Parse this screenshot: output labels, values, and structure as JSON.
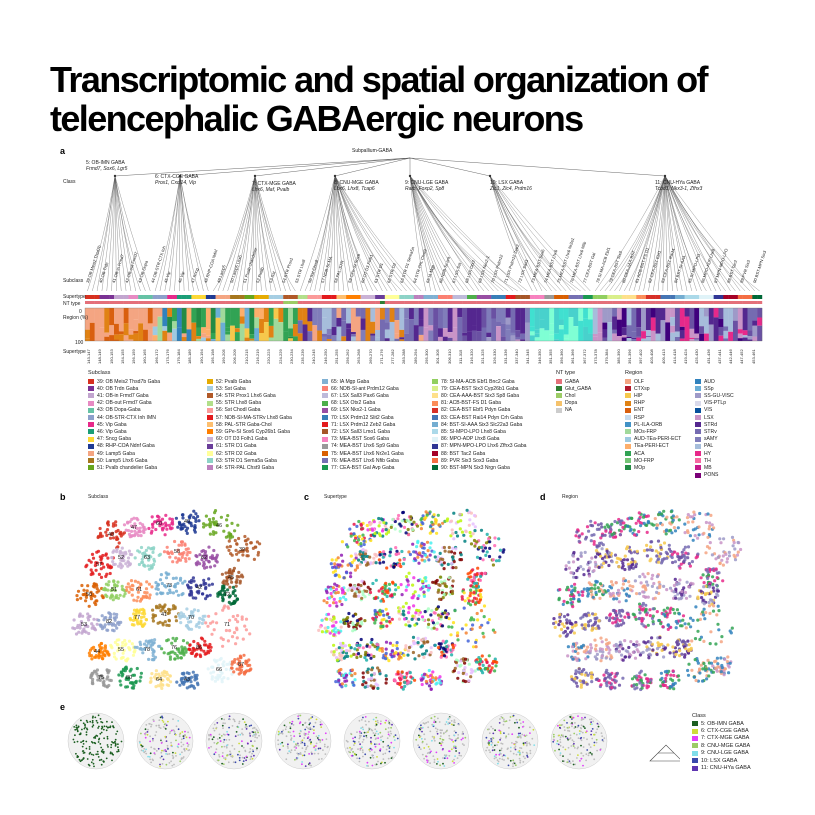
{
  "title": "Transcriptomic and spatial organization of telencephalic GABAergic neurons",
  "panels": {
    "a": "a",
    "b": "b",
    "c": "c",
    "d": "d",
    "e": "e"
  },
  "panel_a": {
    "root": "Subpallium-GABA",
    "row_labels": {
      "class": "Class",
      "subclass": "Subclass",
      "supertype": "Supertype",
      "nt_type": "NT type",
      "region": "Region (%)",
      "supertype_bottom": "Supertype",
      "pct_0": "0",
      "pct_100": "100"
    },
    "classes": [
      {
        "name": "5: OB-IMN GABA",
        "genes": "Frmd7, Sox6, Lgr5"
      },
      {
        "name": "6: CTX-CGE GABA",
        "genes": "Prox1, Cxcl14, Vip"
      },
      {
        "name": "7: CTX-MGE GABA",
        "genes": "Lhx6, Maf, Pvalb"
      },
      {
        "name": "8: CNU-MGE GABA",
        "genes": "Lhx6, Lhx8, Tcap6"
      },
      {
        "name": "9: CNU-LGE GABA",
        "genes": "Rarb, Foxp2, Sp8"
      },
      {
        "name": "10: LSX GABA",
        "genes": "Zic1, Zic4, Prdm16"
      },
      {
        "name": "11: CNU-HYa GABA",
        "genes": "Tcbd3, Nkx3-1, Zfhx3"
      }
    ],
    "supertype_ranges": [
      "143-147",
      "148-149",
      "150-153",
      "154-155",
      "156-159",
      "160-165",
      "166-172",
      "173-176",
      "179-184",
      "185-189",
      "190-194",
      "195-198",
      "199-205",
      "206-209",
      "210-215",
      "216-219",
      "220-223",
      "224-229",
      "230-234",
      "235-239",
      "240-245",
      "246-250",
      "251-255",
      "256-262",
      "263-268",
      "269-270",
      "271-276",
      "277-282",
      "283-288",
      "289-294",
      "295-300",
      "301-305",
      "306-310",
      "311-315",
      "316-320",
      "321-325",
      "326-330",
      "331-336",
      "337-340",
      "341-345",
      "346-350",
      "351-355",
      "356-360",
      "361-366",
      "367-372",
      "373-378",
      "379-384",
      "385-390",
      "391-396",
      "397-402",
      "403-408",
      "409-413",
      "414-418",
      "419-424",
      "425-430",
      "431-436",
      "437-441",
      "442-446",
      "447-452",
      "453-461"
    ],
    "subclass_axis_labels": [
      "39 OB Meis2 Thsd7b",
      "40 OB Trdn",
      "41 OB-in Frmd7",
      "42 OB-out Frmd7",
      "43 OB Dopa",
      "44 OB-STR-CTX Inh",
      "45 Vip",
      "46 Vip",
      "47 Sncg",
      "48 RHP-COA Ndnf",
      "49 Lamp5",
      "50 Lamp5 Lhx6",
      "51 Pvalb chandelier",
      "52 Pvalb",
      "53 Sst",
      "54 STR Prox1",
      "55 STR Lhx8",
      "56 Sst Chodl",
      "57 NDB-SI-MA",
      "58 PAL-STR",
      "59 GPe-SI Sox6",
      "60 OT D3 Folh1",
      "61 STR D1",
      "62 STR D2",
      "63 STR D1 Sema5a",
      "64 STR-PAL Chst9",
      "65 IA Mgp",
      "66 NDB-SI-ant",
      "67 LSX Sst",
      "68 LSX Otx2",
      "69 LSX Nkx2-1",
      "70 LSX Prdm12",
      "71 LSX Prdm12 Zeb2",
      "72 LSX Sall3",
      "73 MEA-BST Sox6",
      "74 MEA-BST Lhx6",
      "75 MEA-BST Lhx6 Nr2e1",
      "76 MEA-BST Lhx6 Nfib",
      "77 CEA-BST Gal",
      "78 SI-MA-ACB Ebf1",
      "79 CEA-BST Six3",
      "80 CEA-AAA-BST",
      "81 ACB-BST-FS D1",
      "82 CEA-BST Ebf1",
      "83 CEA-BST Rai14",
      "84 BST-SI-AAA",
      "85 SI-MPO-LPO",
      "86 MPO-ADP Lhx8",
      "87 MPN-MPO-LPO",
      "88 BST Tac2",
      "89 PVR Six3",
      "90 BST-MPN Six3"
    ]
  },
  "legend_subclass": {
    "title": "Subclass",
    "items": [
      {
        "label": "39: OB Meis2 Thsd7b Gaba",
        "color": "#d7301f"
      },
      {
        "label": "40: OB Trdn Gaba",
        "color": "#7b3294"
      },
      {
        "label": "41: OB-in Frmd7 Gaba",
        "color": "#c2a5cf"
      },
      {
        "label": "42: OB-out Frmd7 Gaba",
        "color": "#e78ac3"
      },
      {
        "label": "43: OB Dopa-Gaba",
        "color": "#66c2a5"
      },
      {
        "label": "44: OB-STR-CTX Inh IMN",
        "color": "#8da0cb"
      },
      {
        "label": "45: Vip Gaba",
        "color": "#e7298a"
      },
      {
        "label": "46: Vip Gaba",
        "color": "#1b9e77"
      },
      {
        "label": "47: Sncg Gaba",
        "color": "#fdd835"
      },
      {
        "label": "48: RHP-COA Ndnf Gaba",
        "color": "#1f3a93"
      },
      {
        "label": "49: Lamp5 Gaba",
        "color": "#f4a582"
      },
      {
        "label": "50: Lamp5 Lhx6 Gaba",
        "color": "#a6761d"
      },
      {
        "label": "51: Pvalb chandelier Gaba",
        "color": "#66a61e"
      },
      {
        "label": "52: Pvalb Gaba",
        "color": "#e6ab02"
      },
      {
        "label": "53: Sst Gaba",
        "color": "#a6cee3"
      },
      {
        "label": "54: STR Prox1 Lhx6 Gaba",
        "color": "#b15928"
      },
      {
        "label": "55: STR Lhx8 Gaba",
        "color": "#b2df8a"
      },
      {
        "label": "56: Sst Chodl Gaba",
        "color": "#fb9a99"
      },
      {
        "label": "57: NDB-SI-MA-STRv Lhx8 Gaba",
        "color": "#e31a1c"
      },
      {
        "label": "58: PAL-STR Gaba-Chol",
        "color": "#fdbf6f"
      },
      {
        "label": "59: GPe-SI Sox6 Cyp26b1 Gaba",
        "color": "#ff7f00"
      },
      {
        "label": "60: OT D3 Folh1 Gaba",
        "color": "#cab2d6"
      },
      {
        "label": "61: STR D1 Gaba",
        "color": "#6a3d9a"
      },
      {
        "label": "62: STR D2 Gaba",
        "color": "#ffff99"
      },
      {
        "label": "63: STR D1 Sema5a Gaba",
        "color": "#8dd3c7"
      },
      {
        "label": "64: STR-PAL Chst9 Gaba",
        "color": "#bc80bd"
      },
      {
        "label": "65: IA Mgp Gaba",
        "color": "#80b1d3"
      },
      {
        "label": "66: NDB-SI-ant Prdm12 Gaba",
        "color": "#fb8072"
      },
      {
        "label": "67: LSX Sall3 Pax6 Gaba",
        "color": "#bebada"
      },
      {
        "label": "68: LSX Otx2 Gaba",
        "color": "#4daf4a"
      },
      {
        "label": "69: LSX Nkx2-1 Gaba",
        "color": "#984ea3"
      },
      {
        "label": "70: LSX Prdm12 Slit2 Gaba",
        "color": "#377eb8"
      },
      {
        "label": "71: LSX Prdm12 Zeb2 Gaba",
        "color": "#e41a1c"
      },
      {
        "label": "72: LSX Sall3 Lmo1 Gaba",
        "color": "#a65628"
      },
      {
        "label": "73: MEA-BST Sox6 Gaba",
        "color": "#f781bf"
      },
      {
        "label": "74: MEA-BST Lhx6 Sp9 Gaba",
        "color": "#999999"
      },
      {
        "label": "75: MEA-BST Lhx6 Nr2e1 Gaba",
        "color": "#d95f02"
      },
      {
        "label": "76: MEA-BST Lhx6 Nfib Gaba",
        "color": "#7570b3"
      },
      {
        "label": "77: CEA-BST Gal Avp Gaba",
        "color": "#1a9850"
      },
      {
        "label": "78: SI-MA-ACB Ebf1 Bnc2 Gaba",
        "color": "#91cf60"
      },
      {
        "label": "79: CEA-BST Six3 Cyp26b1 Gaba",
        "color": "#d9ef8b"
      },
      {
        "label": "80: CEA-AAA-BST Six3 Sp8 Gaba",
        "color": "#fee08b"
      },
      {
        "label": "81: ACB-BST-FS D1 Gaba",
        "color": "#fc8d59"
      },
      {
        "label": "82: CEA-BST Ebf1 Pdyn Gaba",
        "color": "#d73027"
      },
      {
        "label": "83: CEA-BST Rai14 Pdyn Crh Gaba",
        "color": "#4575b4"
      },
      {
        "label": "84: BST-SI-AAA Six3 Slc22a3 Gaba",
        "color": "#74add1"
      },
      {
        "label": "85: SI-MPO-LPO Lhx8 Gaba",
        "color": "#abd9e9"
      },
      {
        "label": "86: MPO-ADP Lhx8 Gaba",
        "color": "#e0f3f8"
      },
      {
        "label": "87: MPN-MPO-LPO Lhx6 Zfhx3 Gaba",
        "color": "#313695"
      },
      {
        "label": "88: BST Tac2 Gaba",
        "color": "#a50026"
      },
      {
        "label": "89: PVR Six3 Sox3 Gaba",
        "color": "#f46d43"
      },
      {
        "label": "90: BST-MPN Six3 Nrgn Gaba",
        "color": "#006837"
      }
    ]
  },
  "legend_nt": {
    "title": "NT type",
    "items": [
      {
        "label": "GABA",
        "color": "#e4707a"
      },
      {
        "label": "Glut_GABA",
        "color": "#2e7d32"
      },
      {
        "label": "Chol",
        "color": "#9ccc65"
      },
      {
        "label": "Dopa",
        "color": "#f5c26b"
      },
      {
        "label": "NA",
        "color": "#cccccc"
      }
    ]
  },
  "legend_region": {
    "title": "Region",
    "items": [
      {
        "label": "OLF",
        "color": "#f4a582"
      },
      {
        "label": "CTXsp",
        "color": "#b2182b"
      },
      {
        "label": "HIP",
        "color": "#f6c84c"
      },
      {
        "label": "RHP",
        "color": "#e08214"
      },
      {
        "label": "ENT",
        "color": "#d95f0e"
      },
      {
        "label": "RSP",
        "color": "#c6dbef"
      },
      {
        "label": "PL-ILA-ORB",
        "color": "#4292c6"
      },
      {
        "label": "MOs-FRP",
        "color": "#a1d99b"
      },
      {
        "label": "AUD-TEa-PERI-ECT",
        "color": "#9ecae1"
      },
      {
        "label": "TEa-PERI-ECT",
        "color": "#fdae6b"
      },
      {
        "label": "ACA",
        "color": "#31a354"
      },
      {
        "label": "MO-FRP",
        "color": "#74c476"
      },
      {
        "label": "MOp",
        "color": "#238b45"
      },
      {
        "label": "AUD",
        "color": "#3182bd"
      },
      {
        "label": "SSp",
        "color": "#6baed6"
      },
      {
        "label": "SS-GU-VISC",
        "color": "#9e9ac8"
      },
      {
        "label": "VIS-PTLp",
        "color": "#dadaeb"
      },
      {
        "label": "VIS",
        "color": "#08519c"
      },
      {
        "label": "LSX",
        "color": "#c994c7"
      },
      {
        "label": "STRd",
        "color": "#54278f"
      },
      {
        "label": "STRv",
        "color": "#756bb1"
      },
      {
        "label": "sAMY",
        "color": "#807dba"
      },
      {
        "label": "PAL",
        "color": "#a6bddb"
      },
      {
        "label": "HY",
        "color": "#e7298a"
      },
      {
        "label": "TH",
        "color": "#f768a1"
      },
      {
        "label": "MB",
        "color": "#c51b8a"
      },
      {
        "label": "PONS",
        "color": "#7a0177"
      }
    ]
  },
  "panel_b": {
    "title": "Subclass",
    "cluster_labels": [
      "48",
      "47",
      "60",
      "49",
      "46",
      "39",
      "57",
      "52",
      "63",
      "58",
      "62",
      "45",
      "50",
      "51",
      "61",
      "73",
      "42",
      "72",
      "53",
      "82",
      "77",
      "41",
      "70",
      "71",
      "44",
      "55",
      "78",
      "76",
      "86",
      "75",
      "80",
      "64",
      "43",
      "66",
      "87",
      "81",
      "85",
      "83",
      "89",
      "65",
      "90",
      "59",
      "54",
      "74",
      "67",
      "79",
      "88",
      "84",
      "69",
      "40",
      "68",
      "56"
    ]
  },
  "panel_c": {
    "title": "Supertype"
  },
  "panel_d": {
    "title": "Region"
  },
  "legend_class": {
    "title": "Class",
    "items": [
      {
        "label": "5: OB-IMN GABA",
        "color": "#1b5e20"
      },
      {
        "label": "6: CTX-CGE GABA",
        "color": "#cddc39"
      },
      {
        "label": "7: CTX-MGE GABA",
        "color": "#e040fb"
      },
      {
        "label": "8: CNU-MGE GABA",
        "color": "#9ccc65"
      },
      {
        "label": "9: CNU-LGE GABA",
        "color": "#80deea"
      },
      {
        "label": "10: LSX GABA",
        "color": "#3949ab"
      },
      {
        "label": "11: CNU-HYa GABA",
        "color": "#5e35b1"
      }
    ]
  }
}
